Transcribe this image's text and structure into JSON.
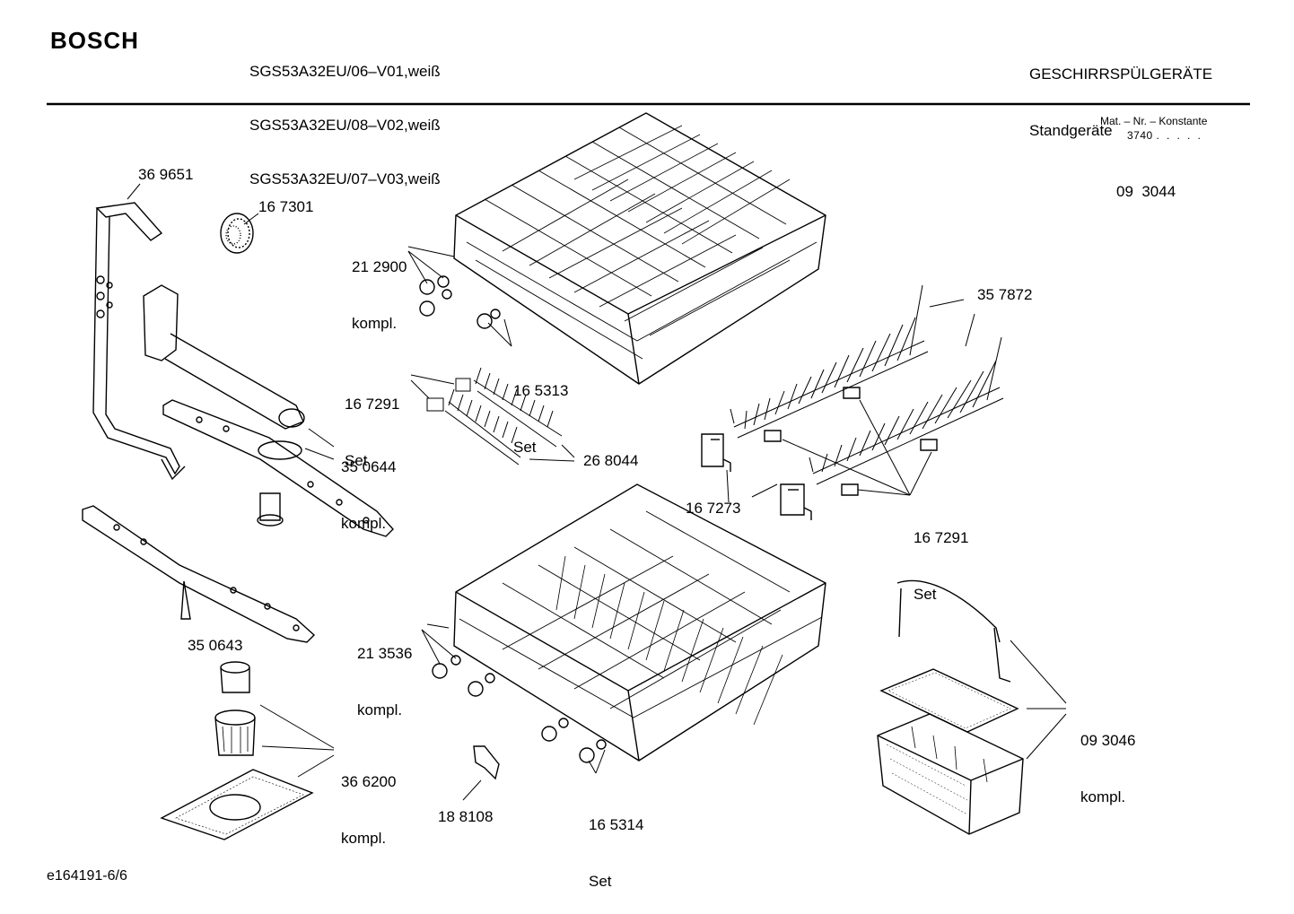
{
  "header": {
    "brand": "BOSCH",
    "models": [
      "SGS53A32EU/06–V01,weiß",
      "SGS53A32EU/08–V02,weiß",
      "SGS53A32EU/07–V03,weiß"
    ],
    "category": "GESCHIRRSPÜLGERÄTE",
    "subcategory": "Standgeräte",
    "mat_label": "Mat. – Nr. – Konstante",
    "mat_value": "3740 .  .  .  .  ."
  },
  "parts": {
    "p093044": "09  3044",
    "p369651": "36 9651",
    "p167301": "16 7301",
    "p212900": "21 2900",
    "p212900_sub": "kompl.",
    "p165313": "16 5313",
    "p165313_sub": "Set",
    "p357872": "35 7872",
    "p167291a": "16 7291",
    "p167291a_sub": "Set",
    "p268044": "26 8044",
    "p350644": "35 0644",
    "p350644_sub": "kompl.",
    "p167273": "16 7273",
    "p167291b": "16 7291",
    "p167291b_sub": "Set",
    "p213536": "21 3536",
    "p213536_sub": "kompl.",
    "p350643": "35 0643",
    "p093046": "09 3046",
    "p093046_sub": "kompl.",
    "p366200": "36 6200",
    "p366200_sub": "kompl.",
    "p165314": "16 5314",
    "p165314_sub": "Set",
    "p188108": "18 8108"
  },
  "footer": {
    "doc_id": "e164191-6/6"
  }
}
